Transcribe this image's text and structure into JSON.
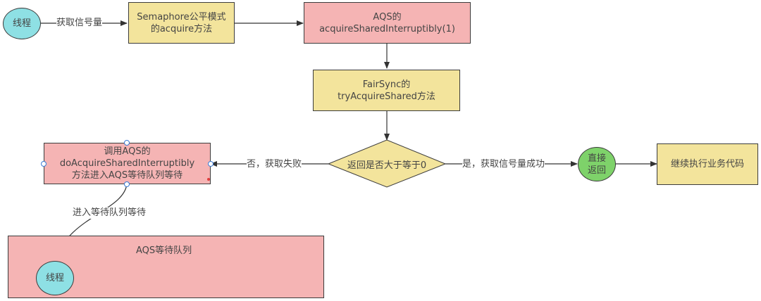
{
  "nodes": {
    "thread_start": "线程",
    "semaphore_acquire": "Semaphore公平模式\n的acquire方法",
    "aqs_acquire": "AQS的\nacquireSharedInterruptibly(1)",
    "fairsync_try": "FairSync的\ntryAcquireShared方法",
    "decision": "返回是否大于等于0",
    "do_acquire": "调用AQS的\ndoAcquireSharedInterruptibly\n方法进入AQS等待队列等待",
    "direct_return": "直接\n返回",
    "continue_business": "继续执行业务代码",
    "queue_title": "AQS等待队列",
    "queue_thread": "线程"
  },
  "edge_labels": {
    "acquire_signal": "获取信号量",
    "no_fail": "否，获取失败",
    "yes_success": "是，获取信号量成功",
    "enter_queue": "进入等待队列等待"
  },
  "colors": {
    "yellow": "#f3e49c",
    "pink": "#f5b4b4",
    "cyan": "#8ee0e4",
    "green": "#7ed26a",
    "stroke": "#3c3c3c"
  }
}
